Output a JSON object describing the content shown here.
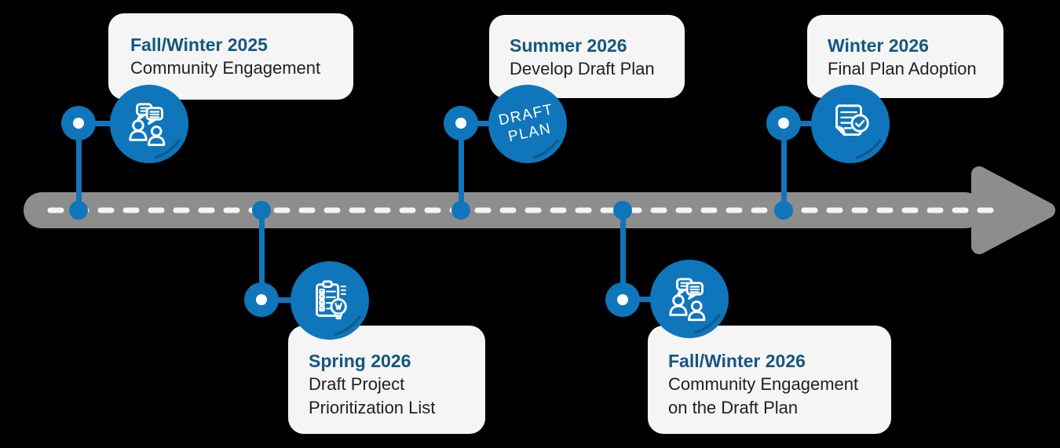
{
  "page": {
    "background_color": "#000000",
    "kind": "project-timeline-infographic"
  },
  "timeline": {
    "direction": "left-to-right",
    "bar_color": "#8d8d8d",
    "dash_color": "#f5f5f5",
    "node_color": "#0f76bc"
  },
  "colors": {
    "date_text": "#15577f",
    "label_text": "#212121",
    "card_background": "#f5f5f5",
    "icon_stroke": "#ffffff"
  },
  "milestones": [
    {
      "date": "Fall/Winter 2025",
      "label": "Community Engagement",
      "icon": "people-conversation-icon",
      "side": "above"
    },
    {
      "date": "Spring 2026",
      "label": "Draft Project Prioritization List",
      "icon": "clipboard-checklist-lightbulb-icon",
      "side": "below"
    },
    {
      "date": "Summer 2026",
      "label": "Develop Draft Plan",
      "icon": "draft-plan-badge",
      "icon_text_lines": [
        "DRAFT",
        "PLAN"
      ],
      "side": "above"
    },
    {
      "date": "Fall/Winter 2026",
      "label": "Community Engagement on the Draft Plan",
      "icon": "people-conversation-icon",
      "side": "below"
    },
    {
      "date": "Winter 2026",
      "label": "Final Plan Adoption",
      "icon": "document-approved-icon",
      "side": "above"
    }
  ]
}
